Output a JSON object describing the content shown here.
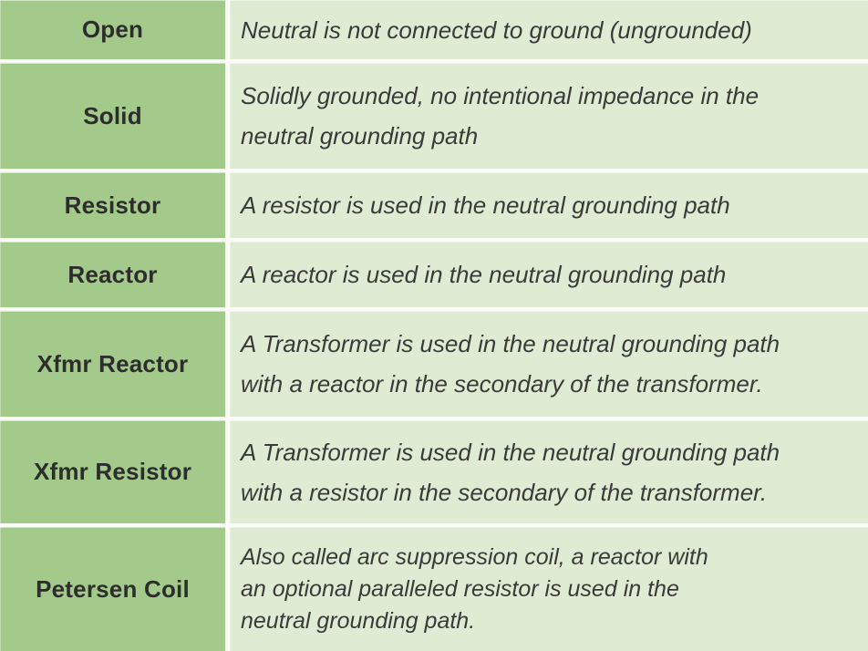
{
  "table": {
    "rows": [
      {
        "label": "Open",
        "description": "Neutral is not connected to ground (ungrounded)"
      },
      {
        "label": "Solid",
        "description": "Solidly grounded, no intentional impedance in the\nneutral grounding path"
      },
      {
        "label": "Resistor",
        "description": "A resistor is used in the neutral grounding path"
      },
      {
        "label": "Reactor",
        "description": "A reactor is used in the neutral grounding path"
      },
      {
        "label": "Xfmr Reactor",
        "description": "A Transformer is used in the neutral grounding path\nwith a reactor in the secondary of the transformer."
      },
      {
        "label": "Xfmr Resistor",
        "description": "A Transformer is used in the neutral grounding path\nwith a resistor in the secondary of the transformer."
      },
      {
        "label": "Petersen Coil",
        "description": "Also called arc suppression coil, a reactor with\nan optional paralleled resistor is used in the\nneutral grounding path."
      }
    ]
  },
  "colors": {
    "label_cell_bg": "#a4ca8b",
    "description_cell_bg": "#dfecd3",
    "separator": "#fafcf7",
    "label_text": "#2d2d2d",
    "description_text": "#3a3a3a"
  }
}
